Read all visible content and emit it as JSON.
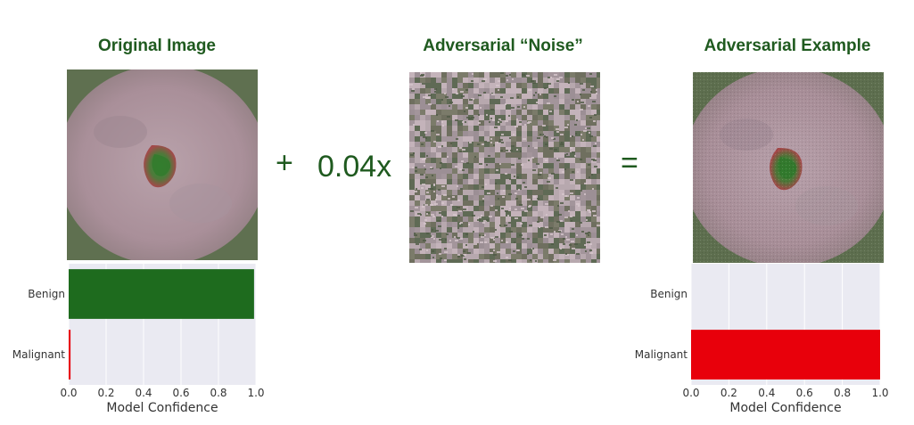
{
  "titles": {
    "original": "Original Image",
    "noise": "Adversarial “Noise”",
    "adversarial": "Adversarial Example"
  },
  "operators": {
    "plus": "+",
    "factor": "0.04x",
    "equals": "="
  },
  "colors": {
    "title_green": "#1f5a1f",
    "benign_bar": "#1e6b1e",
    "malignant_bar": "#e8000b",
    "chart_bg": "#eaeaf2"
  },
  "chart_data": [
    {
      "type": "bar",
      "orientation": "horizontal",
      "categories": [
        "Benign",
        "Malignant"
      ],
      "values": [
        0.99,
        0.01
      ],
      "bar_colors": [
        "#1e6b1e",
        "#e8000b"
      ],
      "xlabel": "Model Confidence",
      "xlim": [
        0,
        1
      ],
      "xticks": [
        "0.0",
        "0.2",
        "0.4",
        "0.6",
        "0.8",
        "1.0"
      ],
      "grid": true
    },
    {
      "type": "bar",
      "orientation": "horizontal",
      "categories": [
        "Benign",
        "Malignant"
      ],
      "values": [
        0.0,
        1.0
      ],
      "bar_colors": [
        "#1e6b1e",
        "#e8000b"
      ],
      "xlabel": "Model Confidence",
      "xlim": [
        0,
        1
      ],
      "xticks": [
        "0.0",
        "0.2",
        "0.4",
        "0.6",
        "0.8",
        "1.0"
      ],
      "grid": true
    }
  ]
}
